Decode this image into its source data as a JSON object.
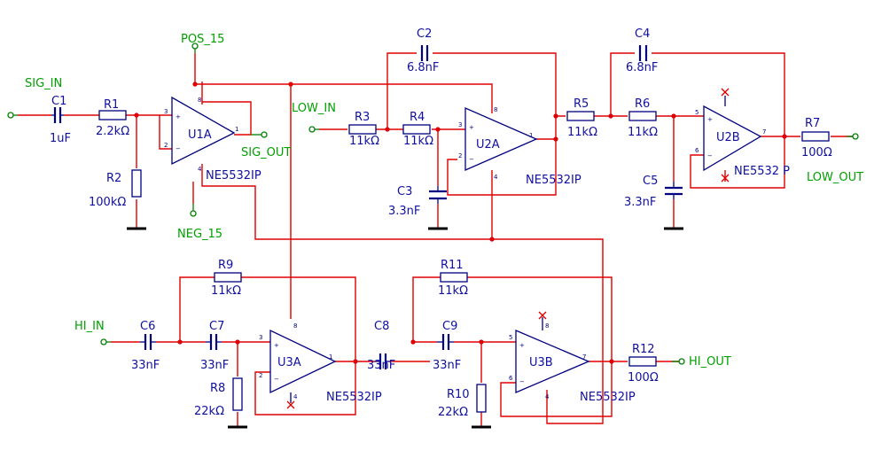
{
  "nets": {
    "sig_in": "SIG_IN",
    "sig_out": "SIG_OUT",
    "pos_15": "POS_15",
    "neg_15": "NEG_15",
    "low_in": "LOW_IN",
    "low_out": "LOW_OUT",
    "hi_in": "HI_IN",
    "hi_out": "HI_OUT"
  },
  "parts": {
    "c1": {
      "ref": "C1",
      "value": "1uF"
    },
    "r1": {
      "ref": "R1",
      "value": "2.2kΩ"
    },
    "r2": {
      "ref": "R2",
      "value": "100kΩ"
    },
    "u1a": {
      "ref": "U1A",
      "model": "NE5532IP"
    },
    "c2": {
      "ref": "C2",
      "value": "6.8nF"
    },
    "r3": {
      "ref": "R3",
      "value": "11kΩ"
    },
    "r4": {
      "ref": "R4",
      "value": "11kΩ"
    },
    "c3": {
      "ref": "C3",
      "value": "3.3nF"
    },
    "u2a": {
      "ref": "U2A",
      "model": "NE5532IP"
    },
    "r5": {
      "ref": "R5",
      "value": "11kΩ"
    },
    "c4": {
      "ref": "C4",
      "value": "6.8nF"
    },
    "r6": {
      "ref": "R6",
      "value": "11kΩ"
    },
    "c5": {
      "ref": "C5",
      "value": "3.3nF"
    },
    "u2b": {
      "ref": "U2B",
      "model": "NE5532 P"
    },
    "r7": {
      "ref": "R7",
      "value": "100Ω"
    },
    "r9": {
      "ref": "R9",
      "value": "11kΩ"
    },
    "c6": {
      "ref": "C6",
      "value": "33nF"
    },
    "c7": {
      "ref": "C7",
      "value": "33nF"
    },
    "r8": {
      "ref": "R8",
      "value": "22kΩ"
    },
    "u3a": {
      "ref": "U3A",
      "model": "NE5532IP"
    },
    "c8": {
      "ref": "C8",
      "value": "33nF"
    },
    "r11": {
      "ref": "R11",
      "value": "11kΩ"
    },
    "c9": {
      "ref": "C9",
      "value": "33nF"
    },
    "r10": {
      "ref": "R10",
      "value": "22kΩ"
    },
    "u3b": {
      "ref": "U3B",
      "model": "NE5532IP"
    },
    "r12": {
      "ref": "R12",
      "value": "100Ω"
    }
  },
  "pins": {
    "in_plus": "3",
    "in_minus": "2",
    "in_plus_b": "5",
    "in_minus_b": "6",
    "out_a": "1",
    "out_b": "7",
    "vcc": "8",
    "vee": "4",
    "plus": "+",
    "minus": "−"
  }
}
